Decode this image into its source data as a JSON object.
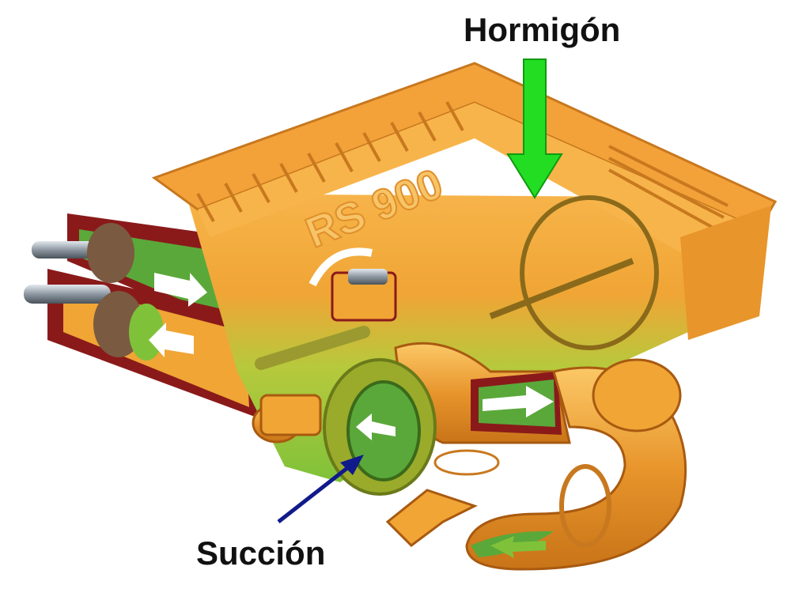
{
  "labels": {
    "concrete": "Hormigón",
    "suction": "Succión"
  },
  "diagram": {
    "model_marking": "RS 900",
    "arrows": [
      {
        "target": "hopper-inlet",
        "color": "#22dd22"
      },
      {
        "target": "suction-port",
        "color": "#111a8a"
      }
    ],
    "colors": {
      "hopper_orange": "#f3a23a",
      "concrete_green": "#7fc23a",
      "dark_red": "#8a1a1a",
      "steel": "#9aa4ad"
    }
  }
}
